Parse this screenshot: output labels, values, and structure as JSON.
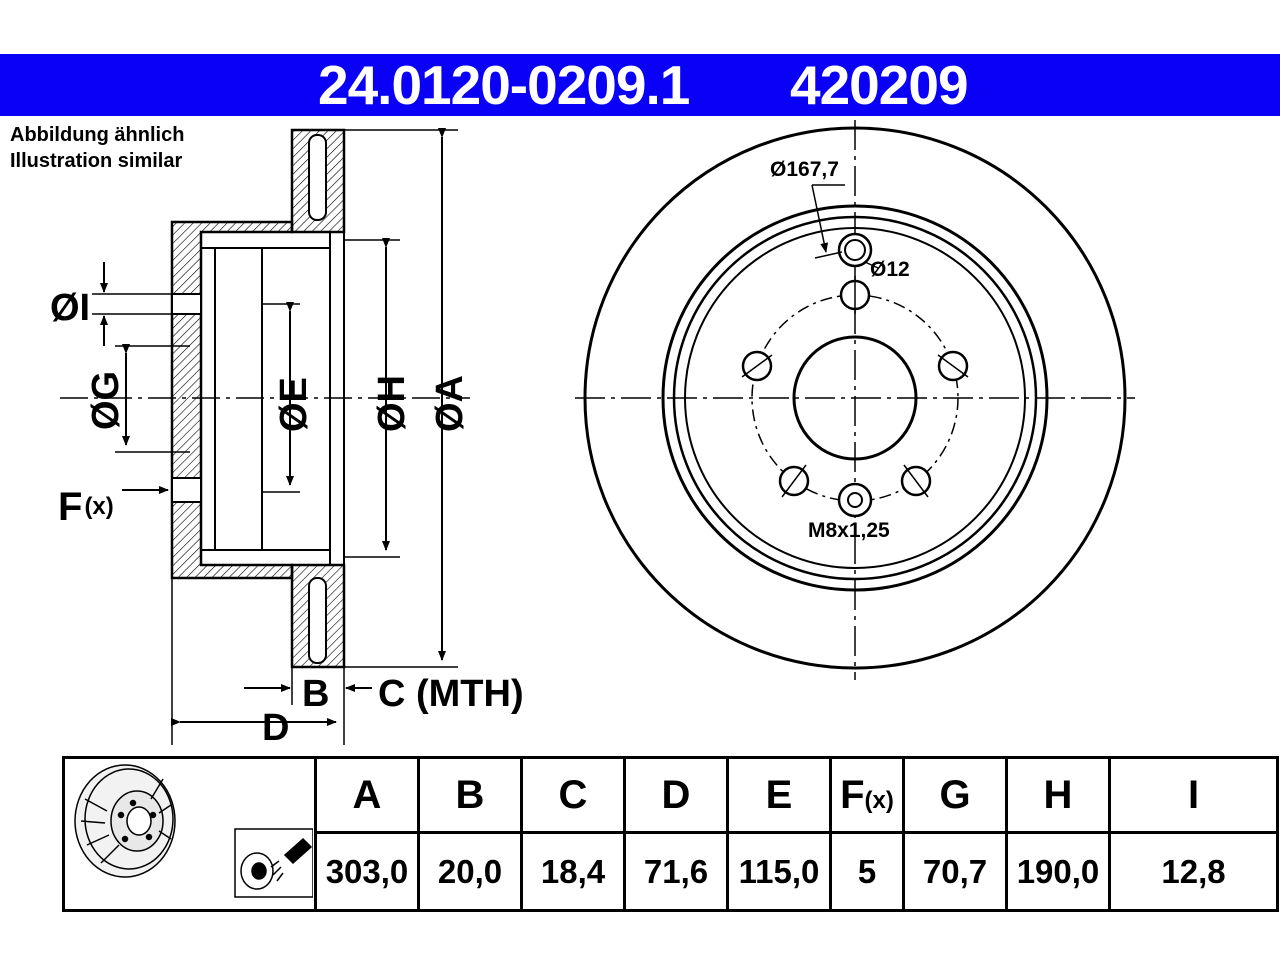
{
  "header": {
    "part_number": "24.0120-0209.1",
    "ref_number": "420209"
  },
  "note": {
    "line1": "Abbildung ähnlich",
    "line2": "Illustration similar"
  },
  "labels": {
    "dia_I": "ØI",
    "dia_G": "ØG",
    "dia_E": "ØE",
    "dia_H": "ØH",
    "dia_A": "ØA",
    "F": "F",
    "F_sub": "(x)",
    "B": "B",
    "C_MTH": "C (MTH)",
    "D": "D",
    "pcd": "Ø167,7",
    "hole": "Ø12",
    "thread": "M8x1,25"
  },
  "table": {
    "headers": [
      "A",
      "B",
      "C",
      "D",
      "E",
      "F",
      "G",
      "H",
      "I"
    ],
    "f_sub": "(x)",
    "values": [
      "303,0",
      "20,0",
      "18,4",
      "71,6",
      "115,0",
      "5",
      "70,7",
      "190,0",
      "12,8"
    ]
  },
  "colors": {
    "header_bg": "#0a00f5",
    "header_text": "#ffffff",
    "line": "#000000"
  },
  "icons": [
    "brake-disc-3d-icon",
    "brake-disc-spray-icon"
  ]
}
